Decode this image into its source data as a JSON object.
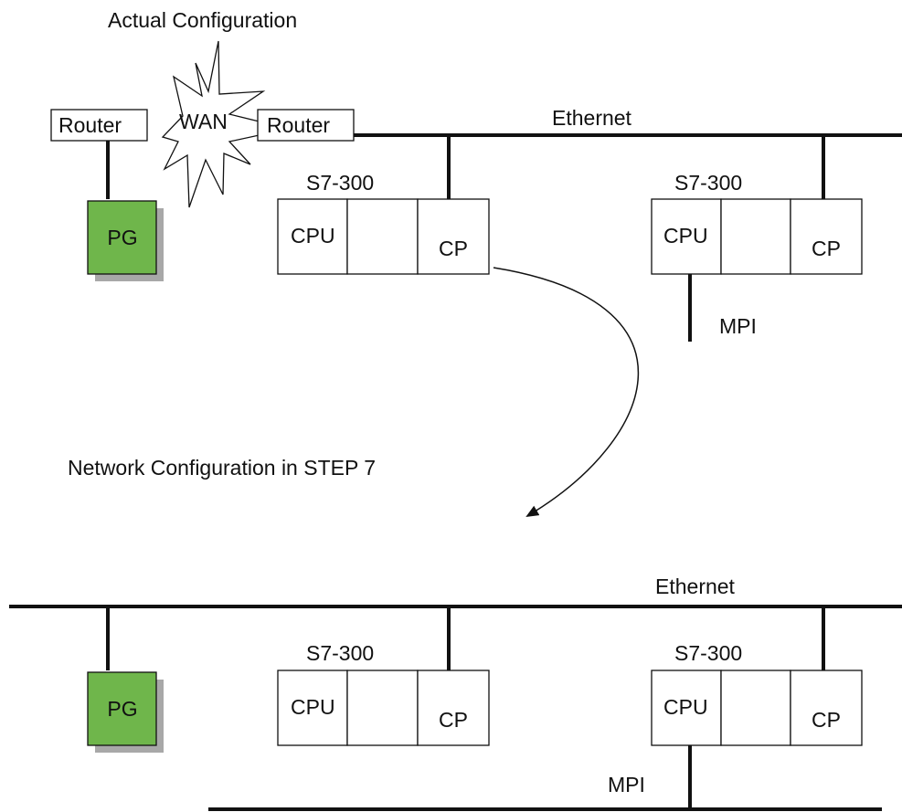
{
  "top": {
    "title": "Actual Configuration",
    "router_left": "Router",
    "wan": "WAN",
    "router_right": "Router",
    "ethernet": "Ethernet",
    "pg": "PG",
    "station1": {
      "title": "S7-300",
      "cpu": "CPU",
      "cp": "CP"
    },
    "station2": {
      "title": "S7-300",
      "cpu": "CPU",
      "cp": "CP"
    },
    "mpi": "MPI"
  },
  "bottom": {
    "title": "Network Configuration in STEP 7",
    "ethernet": "Ethernet",
    "pg": "PG",
    "station1": {
      "title": "S7-300",
      "cpu": "CPU",
      "cp": "CP"
    },
    "station2": {
      "title": "S7-300",
      "cpu": "CPU",
      "cp": "CP"
    },
    "mpi": "MPI"
  },
  "colors": {
    "pg_fill": "#6fb64b",
    "line": "#111111",
    "shadow": "#a8a8a8"
  }
}
